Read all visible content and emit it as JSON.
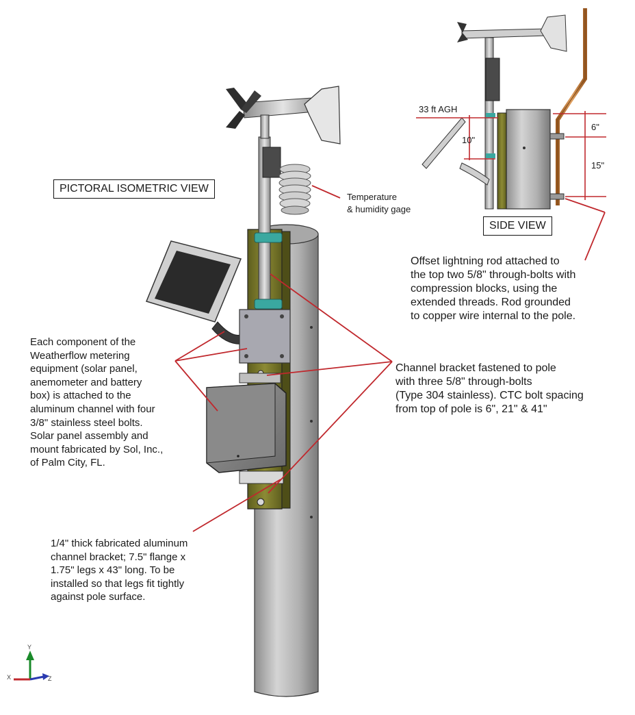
{
  "titles": {
    "isometric_view": "PICTORAL ISOMETRIC VIEW",
    "side_view": "SIDE VIEW"
  },
  "callouts": {
    "temp_humidity": "Temperature\n& humidity gage",
    "lightning_rod": "Offset lightning rod attached to\nthe top two 5/8\" through-bolts with\ncompression blocks, using the\nextended threads. Rod grounded\nto copper wire internal to the pole.",
    "components": "Each component of the\nWeatherflow metering\nequipment (solar panel,\nanemometer and battery\nbox) is attached to the\naluminum channel with four\n3/8\" stainless steel bolts.\nSolar panel assembly and\nmount fabricated by Sol, Inc.,\nof Palm City, FL.",
    "channel_bracket_fastened": "Channel bracket fastened to pole\nwith three 5/8\" through-bolts\n(Type 304 stainless). CTC bolt spacing\nfrom top of pole is 6\", 21\" & 41\"",
    "channel_bracket_spec": "1/4\" thick fabricated aluminum\nchannel bracket; 7.5\" flange x\n1.75\" legs x 43\" long. To be\ninstalled so that legs fit tightly\nagainst pole surface."
  },
  "dimensions": {
    "height_agh": "33 ft AGH",
    "dim_10": "10\"",
    "dim_6": "6\"",
    "dim_15": "15\""
  },
  "axes": {
    "x": "X",
    "y": "Y",
    "z": "Z"
  },
  "colors": {
    "leader_line": "#c0282d",
    "bracket": "#7a7a2a",
    "pole": "#b8b8b8",
    "copper_rod": "#c8823a",
    "clamp": "#3aa8a0"
  }
}
